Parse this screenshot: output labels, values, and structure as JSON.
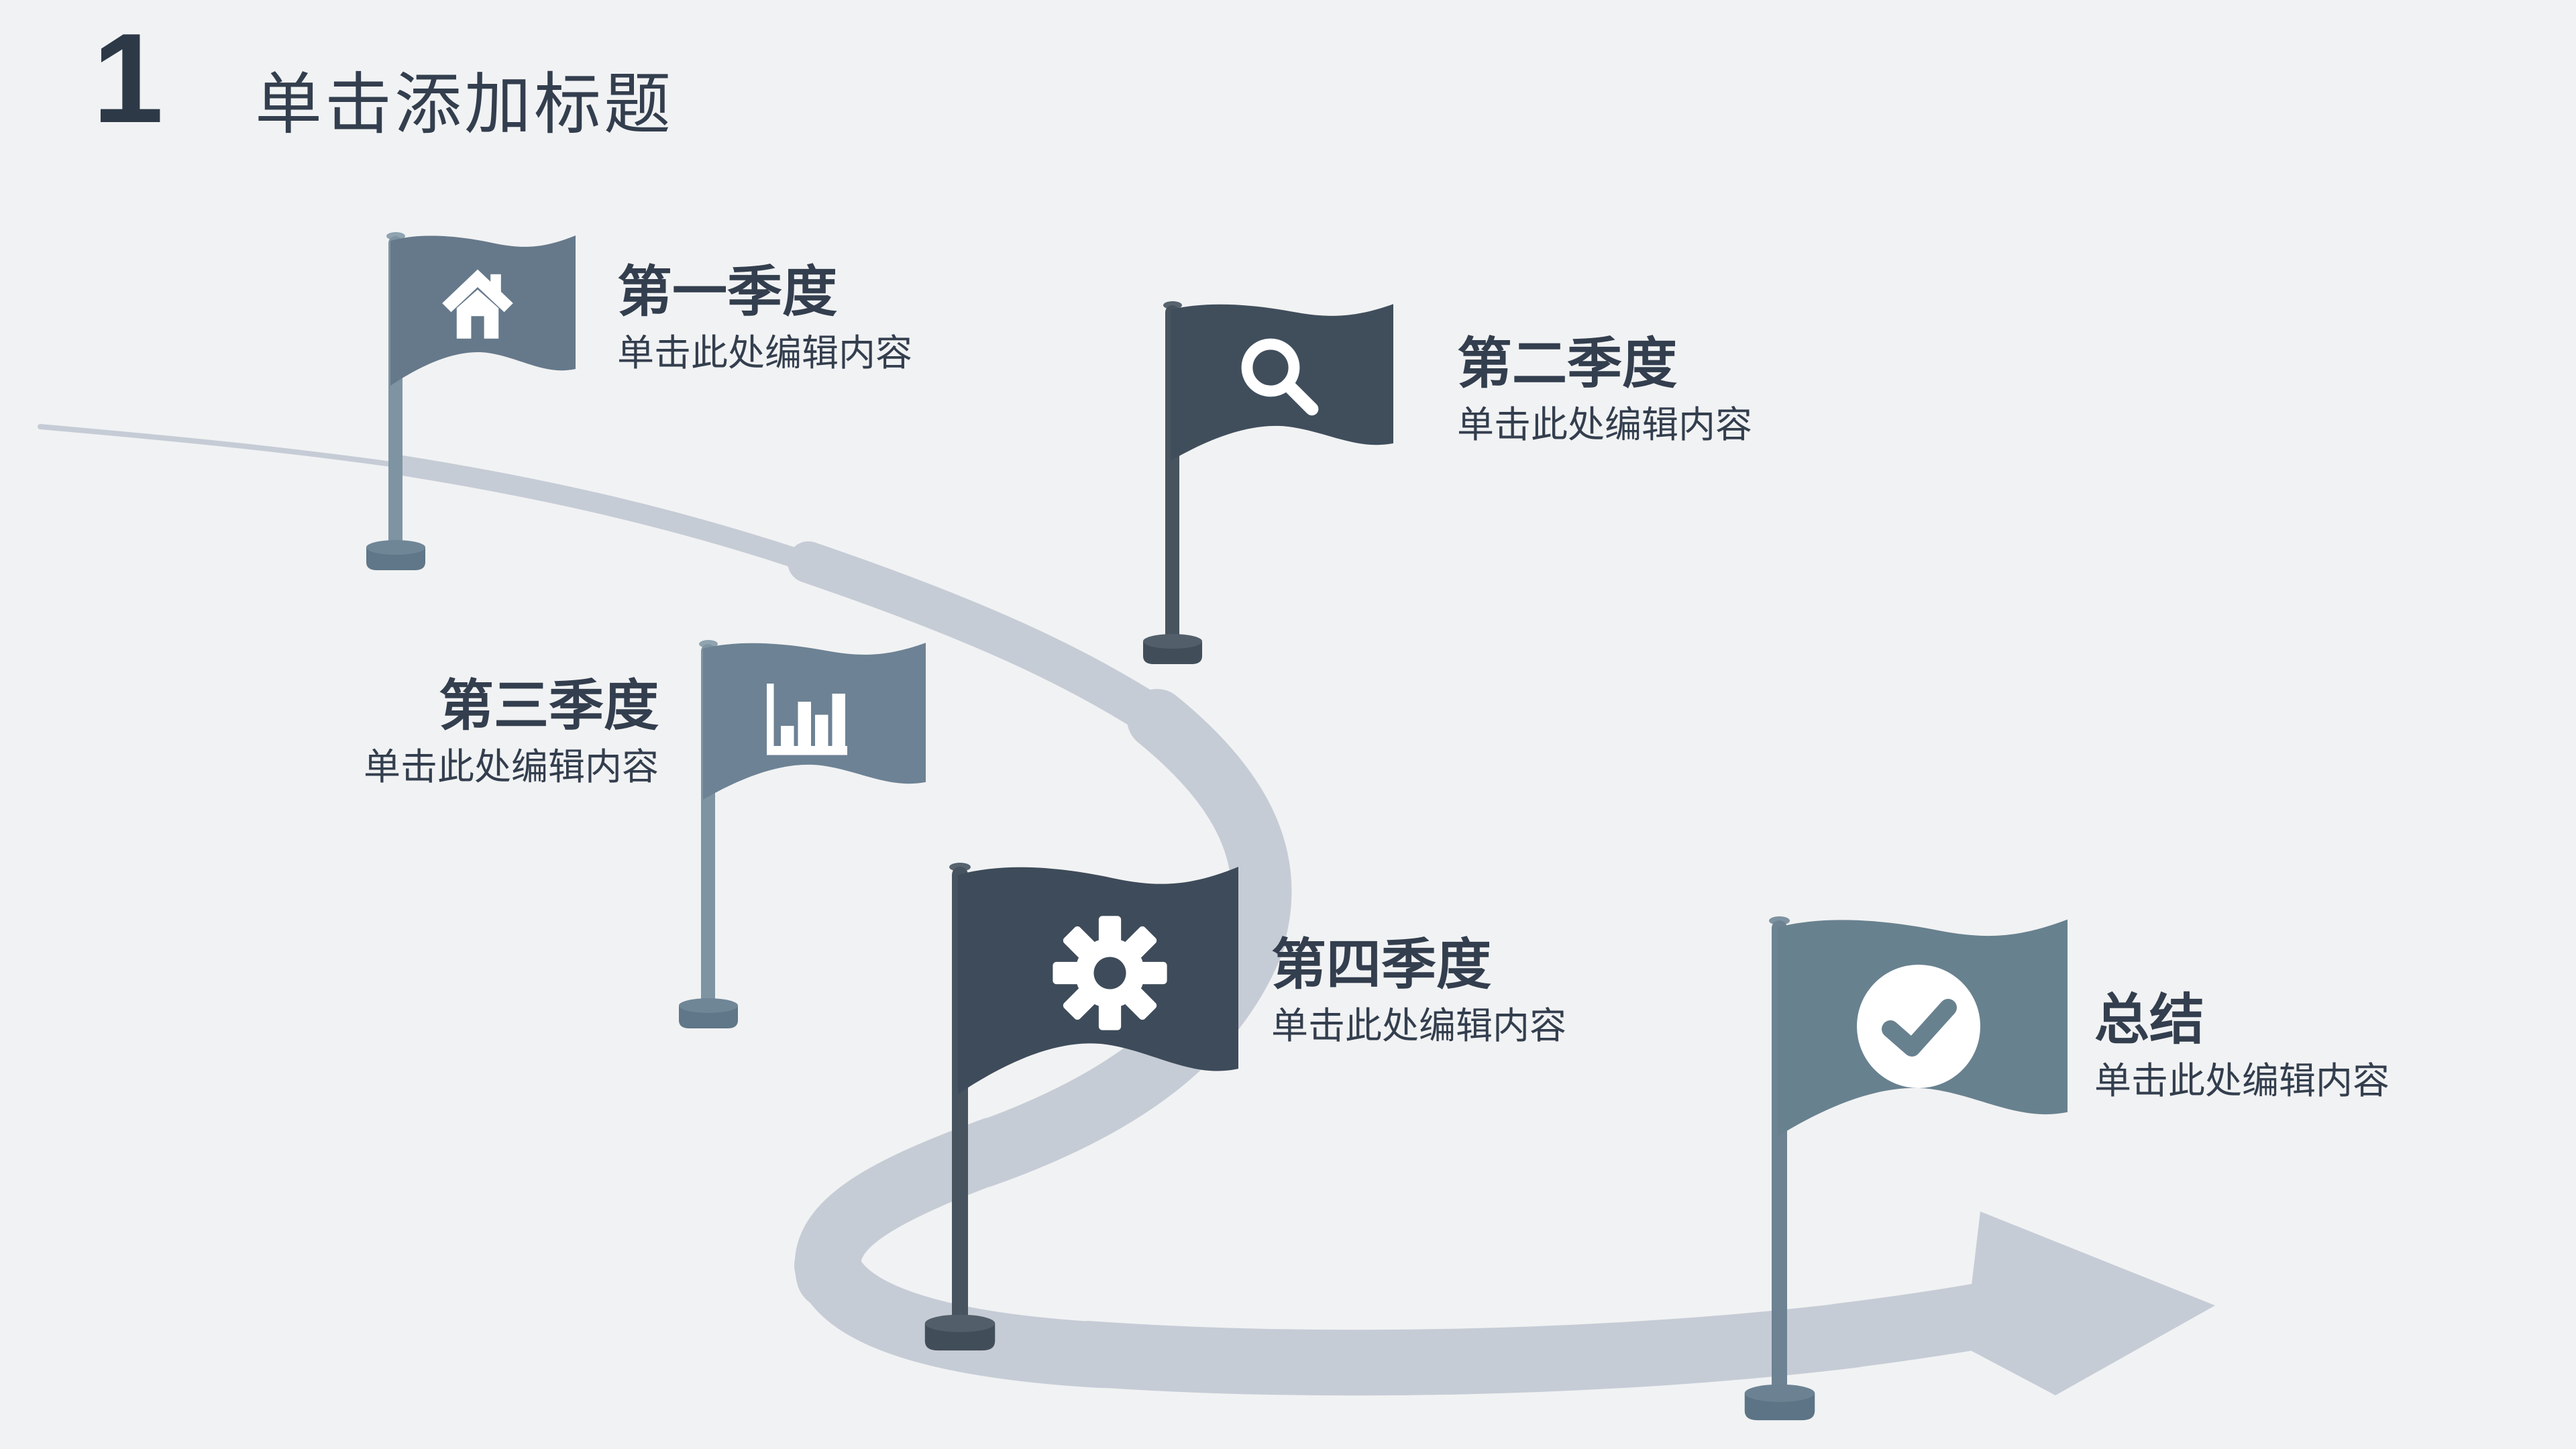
{
  "slide": {
    "page_number": "1",
    "title": "单击添加标题"
  },
  "milestones": [
    {
      "title": "第一季度",
      "description": "单击此处编辑内容",
      "icon": "home-icon",
      "flag_color": "#66798b",
      "text_side": "right"
    },
    {
      "title": "第二季度",
      "description": "单击此处编辑内容",
      "icon": "search-icon",
      "flag_color": "#404e5c",
      "text_side": "right"
    },
    {
      "title": "第三季度",
      "description": "单击此处编辑内容",
      "icon": "bar-chart-icon",
      "flag_color": "#6d8294",
      "text_side": "left"
    },
    {
      "title": "第四季度",
      "description": "单击此处编辑内容",
      "icon": "gear-icon",
      "flag_color": "#3e4b5a",
      "text_side": "right"
    },
    {
      "title": "总结",
      "description": "单击此处编辑内容",
      "icon": "check-icon",
      "flag_color": "#68818f",
      "text_side": "right"
    }
  ],
  "colors": {
    "background": "#f1f2f3",
    "road": "#c6ccd6",
    "text": "#333e4e",
    "page_number": "#2d3947",
    "pole_light": "#7e94a2",
    "pole_dark": "#47545f",
    "pole_mid": "#6d8292"
  }
}
